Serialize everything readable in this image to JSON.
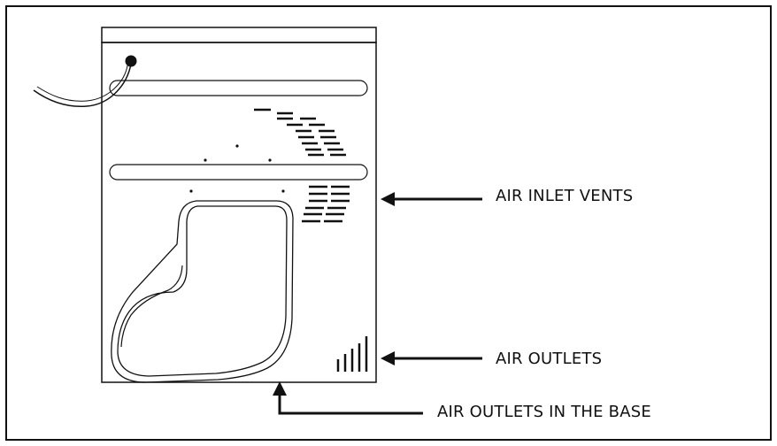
{
  "labels": {
    "air_inlet_vents": "AIR INLET VENTS",
    "air_outlets": "AIR OUTLETS",
    "air_outlets_in_the_base": "AIR OUTLETS IN THE BASE"
  },
  "colors": {
    "stroke": "#111111",
    "background": "#ffffff"
  },
  "icons": {
    "arrow": "arrow-left-icon",
    "arrow_up": "arrow-up-icon"
  }
}
